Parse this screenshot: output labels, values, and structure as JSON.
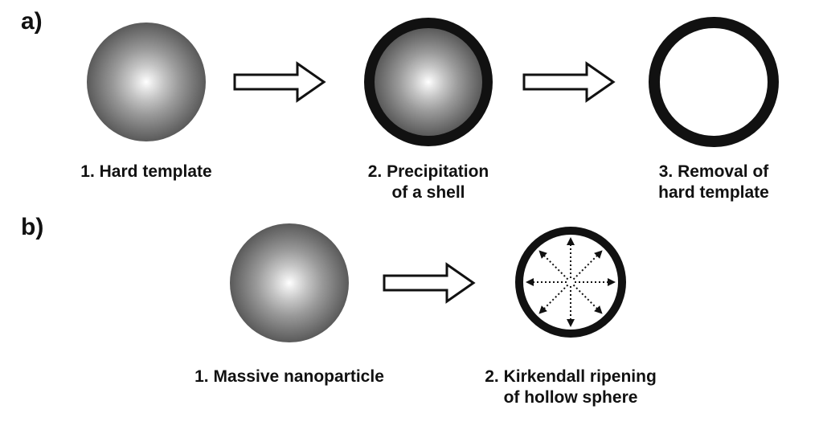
{
  "panels": {
    "a": {
      "label": "a)",
      "steps": [
        {
          "line1": "1. Hard template",
          "line2": ""
        },
        {
          "line1": "2. Precipitation",
          "line2": "of a shell"
        },
        {
          "line1": "3. Removal of",
          "line2": "hard template"
        }
      ]
    },
    "b": {
      "label": "b)",
      "steps": [
        {
          "line1": "1. Massive nanoparticle",
          "line2": ""
        },
        {
          "line1": "2. Kirkendall ripening",
          "line2": "of hollow sphere"
        }
      ]
    }
  },
  "colors": {
    "shell": "#111111",
    "sphere_center": "#ffffff",
    "sphere_edge": "#555555",
    "arrow_outline": "#111111"
  }
}
